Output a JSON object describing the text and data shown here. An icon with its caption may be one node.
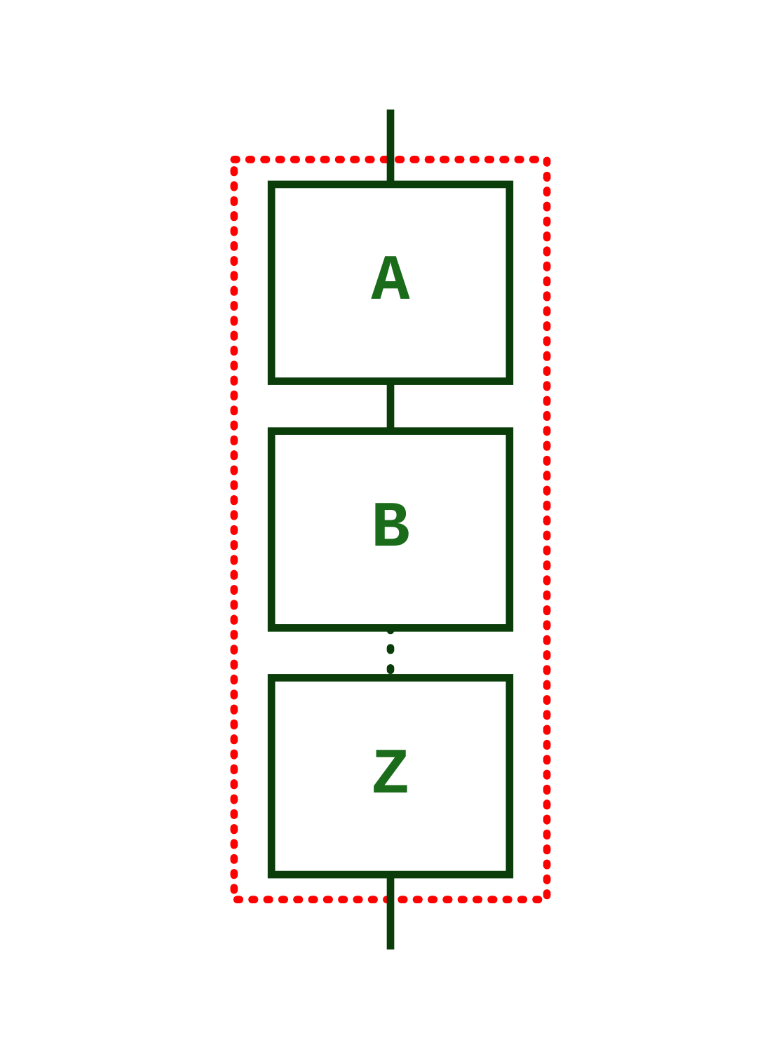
{
  "diagram": {
    "nodes": [
      {
        "text": [],
        "shape": "box"
      },
      {
        "text": [
          "A"
        ],
        "in": 0
      },
      {
        "text": [
          "B"
        ],
        "in": 0
      },
      {
        "text": [
          "Z"
        ],
        "in": 0
      }
    ],
    "edges": [
      {
        "from": null,
        "to": 1,
        "arrow": "none"
      },
      {
        "from": 1,
        "to": 2,
        "arrow": "none"
      },
      {
        "from": 2,
        "to": 3,
        "arrow": "none",
        "style": "dashed"
      },
      {
        "from": 3,
        "to": null,
        "arrow": "none"
      }
    ]
  }
}
